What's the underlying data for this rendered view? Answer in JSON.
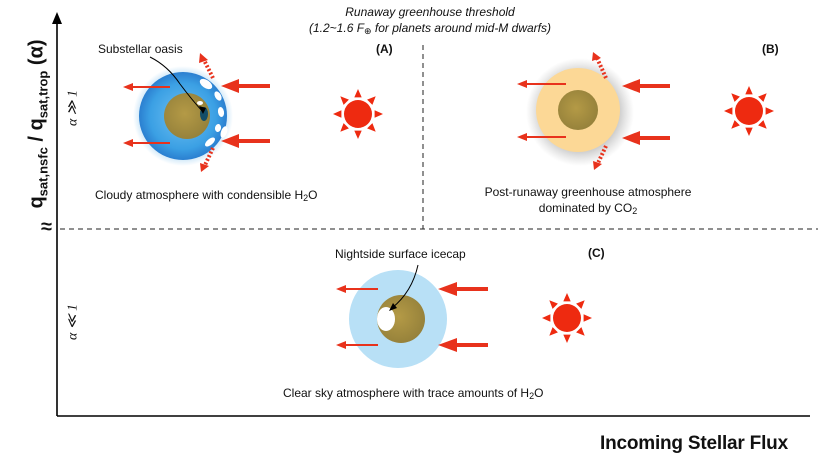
{
  "threshold": {
    "title": "Runaway greenhouse threshold",
    "detail_prefix": "(1.2~1.6 F",
    "detail_symbol": "⊕",
    "detail_suffix": " for planets around mid-M dwarfs)"
  },
  "y_axis": {
    "q": "q",
    "sub1": "sat,nsfc",
    "sep": " / ",
    "sub2": "sat,trop",
    "alpha": " (α)"
  },
  "x_axis": {
    "label": "Incoming Stellar Flux"
  },
  "axis_break": "≈",
  "alpha_high": "α ≫ 1",
  "alpha_low": "α ≪ 1",
  "panels": {
    "a": {
      "letter": "(A)",
      "callout": "Substellar oasis",
      "caption_pre": "Cloudy atmosphere with condensible H",
      "caption_sub": "2",
      "caption_post": "O"
    },
    "b": {
      "letter": "(B)",
      "caption_line1": "Post-runaway greenhouse atmosphere",
      "caption_line2_pre": "dominated by CO",
      "caption_line2_sub": "2"
    },
    "c": {
      "letter": "(C)",
      "callout": "Nightside surface icecap",
      "caption_pre": "Clear sky atmosphere with trace amounts of H",
      "caption_sub": "2",
      "caption_post": "O"
    }
  },
  "colors": {
    "arrow": "#e8321c",
    "sun": "#ee2a10",
    "core": "#a08a3c",
    "cloudy_atmosphere": "#3ba0e4",
    "post_runaway_atmosphere": "#fcd896",
    "clear_atmosphere": "#b8e0f6",
    "axis": "#000000"
  }
}
